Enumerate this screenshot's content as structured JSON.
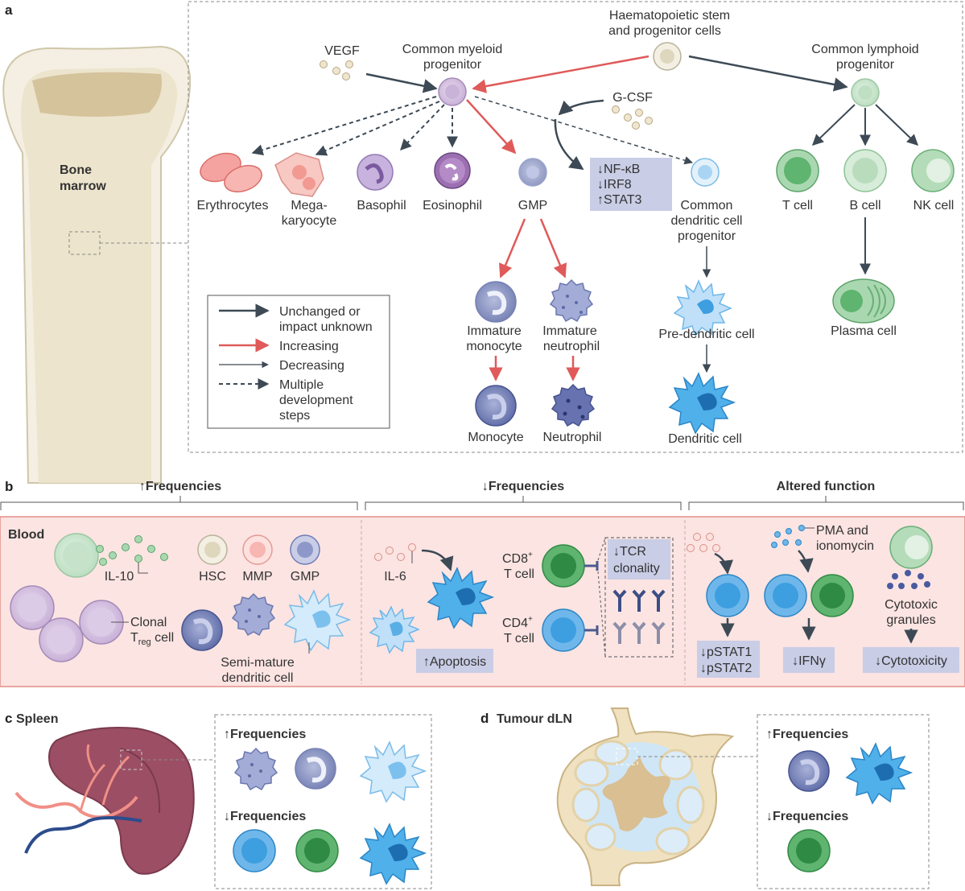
{
  "panels": {
    "a": "a",
    "b": "b",
    "c": "c",
    "d": "d",
    "spleen_title": "Spleen",
    "tumour_title": "Tumour dLN",
    "blood_title": "Blood"
  },
  "bone": {
    "line1": "Bone",
    "line2": "marrow"
  },
  "panel_a": {
    "hsc_line1": "Haematopoietic stem",
    "hsc_line2": "and progenitor cells",
    "vegf": "VEGF",
    "cmp_line1": "Common myeloid",
    "cmp_line2": "progenitor",
    "clp_line1": "Common lymphoid",
    "clp_line2": "progenitor",
    "gcsf": "G-CSF",
    "erythrocytes": "Erythrocytes",
    "mega_line1": "Mega-",
    "mega_line2": "karyocyte",
    "basophil": "Basophil",
    "eosinophil": "Eosinophil",
    "gmp": "GMP",
    "signal1": "↓NF-κB",
    "signal2": "↓IRF8",
    "signal3": "↑STAT3",
    "cdp_line1": "Common",
    "cdp_line2": "dendritic cell",
    "cdp_line3": "progenitor",
    "tcell": "T cell",
    "bcell": "B cell",
    "nkcell": "NK cell",
    "plasma": "Plasma cell",
    "imm_mono_line1": "Immature",
    "imm_mono_line2": "monocyte",
    "imm_neut_line1": "Immature",
    "imm_neut_line2": "neutrophil",
    "predc": "Pre-dendritic cell",
    "monocyte": "Monocyte",
    "neutrophil": "Neutrophil",
    "dc": "Dendritic cell"
  },
  "legend": {
    "unchanged_line1": "Unchanged or",
    "unchanged_line2": "impact unknown",
    "increasing": "Increasing",
    "decreasing": "Decreasing",
    "multiple_line1": "Multiple",
    "multiple_line2": "development",
    "multiple_line3": "steps"
  },
  "panel_b": {
    "up_freq": "↑Frequencies",
    "down_freq": "↓Frequencies",
    "altered": "Altered function",
    "il10": "IL-10",
    "hsc": "HSC",
    "mmp": "MMP",
    "gmp": "GMP",
    "clonal": "Clonal",
    "treg_t": "T",
    "treg_sub": "reg",
    "treg_cell": " cell",
    "semimature_line1": "Semi-mature",
    "semimature_line2": "dendritic cell",
    "il6": "IL-6",
    "apoptosis": "↑Apoptosis",
    "cd8_main": "CD8",
    "cd8_sup": "+",
    "cd8_line2": "T cell",
    "cd4_main": "CD4",
    "cd4_sup": "+",
    "cd4_line2": "T cell",
    "tcr_line1": "↓TCR",
    "tcr_line2": "clonality",
    "pma_line1": "PMA and",
    "pma_line2": "ionomycin",
    "cytotoxic_line1": "Cytotoxic",
    "cytotoxic_line2": "granules",
    "pstat1": "↓pSTAT1",
    "pstat2": "↓pSTAT2",
    "ifng": "↓IFNγ",
    "cytotoxicity": "↓Cytotoxicity"
  },
  "panel_c": {
    "up_freq": "↑Frequencies",
    "down_freq": "↓Frequencies"
  },
  "panel_d": {
    "up_freq": "↑Frequencies",
    "down_freq": "↓Frequencies"
  },
  "colors": {
    "dark_arrow": "#3d4a55",
    "red_arrow": "#e05a5a",
    "blood_bg": "#fbe4e2",
    "label_box": "#c9cde6"
  }
}
